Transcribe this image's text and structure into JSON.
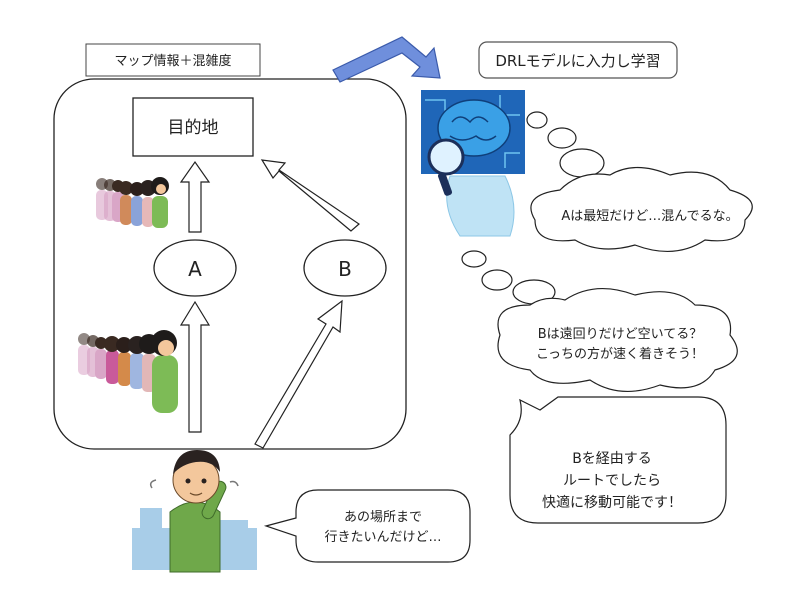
{
  "header_label": "マップ情報＋混雑度",
  "drl_label": "DRLモデルに入力し学習",
  "destination": "目的地",
  "node_a": "A",
  "node_b": "B",
  "thought_a": "Aは最短だけど…混んでるな。",
  "thought_b": [
    "Bは遠回りだけど空いてる？",
    "こっちの方が速く着きそう！"
  ],
  "answer": [
    "Bを経由する",
    "ルートでしたら",
    "快適に移動可能です！"
  ],
  "user_speech": [
    "あの場所まで",
    "行きたいんだけど…"
  ],
  "colors": {
    "line": "#222222",
    "drl_arrow": "#6f8fdc",
    "brain_panel": "#1f66b8",
    "robot_body": "#bfe3f5",
    "shirt": "#6fa84a",
    "skin": "#f3c79c",
    "city": "#a8cde8"
  }
}
